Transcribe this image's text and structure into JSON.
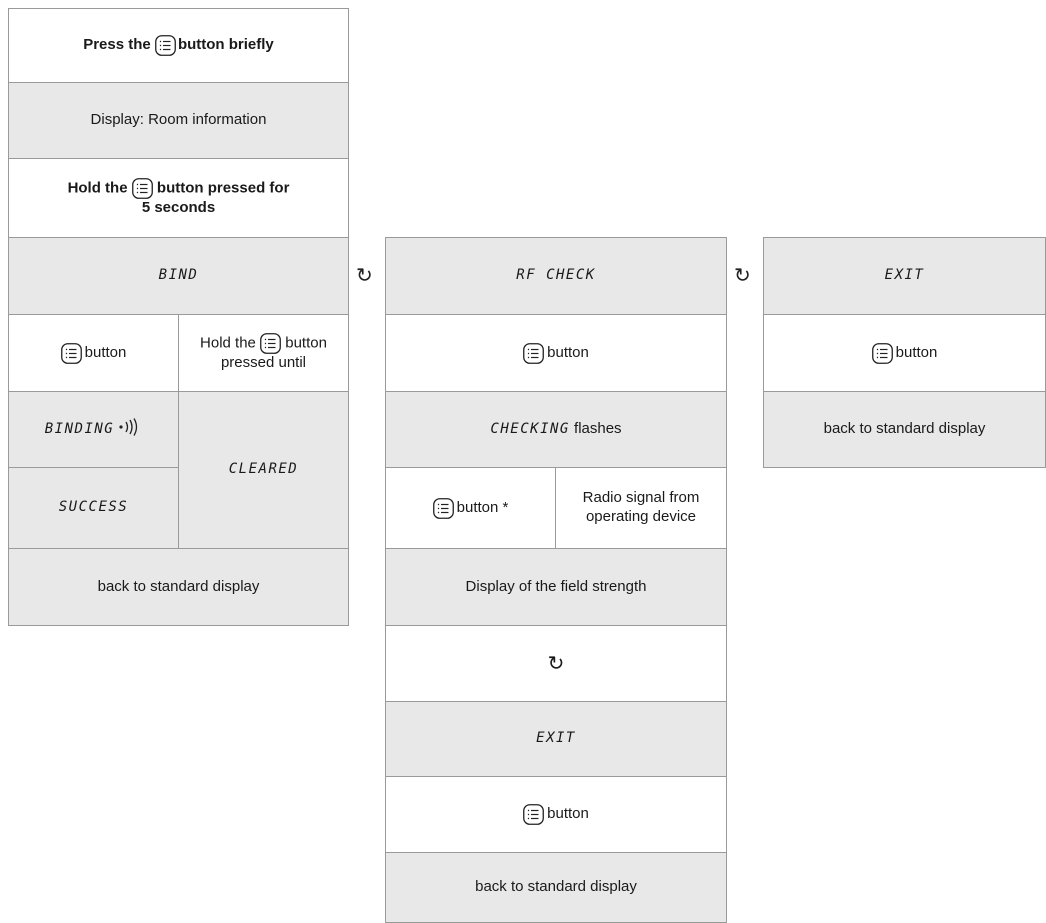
{
  "top": {
    "press_prefix": "Press the",
    "press_suffix": "button briefly",
    "display_room": "Display: Room information",
    "hold_prefix": "Hold the",
    "hold_suffix": "button pressed for",
    "hold_line2": "5 seconds"
  },
  "columns": {
    "bind": {
      "header": "BIND",
      "button_label": "button",
      "hold_prefix": "Hold the",
      "hold_suffix": "button",
      "hold_line2": "pressed until",
      "binding": "BINDING",
      "cleared": "CLEARED",
      "success": "SUCCESS",
      "back": "back to standard display"
    },
    "rf_check": {
      "header": "RF CHECK",
      "button_label": "button",
      "checking": "CHECKING",
      "flashes": "flashes",
      "button_star_label": "button *",
      "radio_signal_line1": "Radio signal from",
      "radio_signal_line2": "operating device",
      "field_strength": "Display of the field strength",
      "exit": "EXIT",
      "exit_button_label": "button",
      "back": "back to standard display"
    },
    "exit": {
      "header": "EXIT",
      "button_label": "button",
      "back": "back to standard display"
    }
  },
  "icons": {
    "menu_button": "menu-button-icon",
    "cycle": "cycle-arrow-icon",
    "radio": "radio-waves-icon"
  },
  "colors": {
    "white_cell": "#ffffff",
    "gray_cell": "#e8e8e8",
    "border": "#9a9a9a"
  }
}
